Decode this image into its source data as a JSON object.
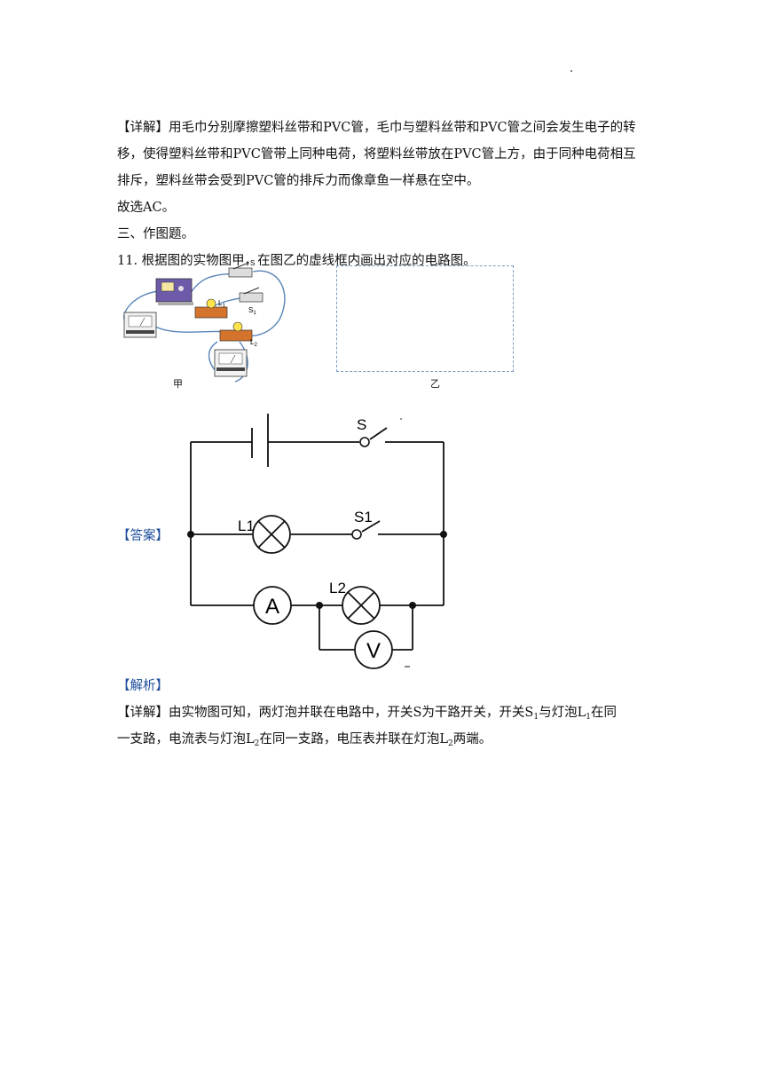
{
  "explanation1": {
    "line1": "【详解】用毛巾分别摩擦塑料丝带和PVC管，毛巾与塑料丝带和PVC管之间会发生电子的转",
    "line2": "移，使得塑料丝带和PVC管带上同种电荷，将塑料丝带放在PVC管上方，由于同种电荷相互",
    "line3": "排斥，塑料丝带会受到PVC管的排斥力而像章鱼一样悬在空中。",
    "line4": "故选AC。"
  },
  "section_title": "三、作图题。",
  "question": {
    "number": "11.",
    "text": "根据图的实物图甲，在图乙的虚线框内画出对应的电路图。"
  },
  "figure": {
    "label_jia": "甲",
    "label_yi": "乙",
    "labels": {
      "s": "S",
      "s1": "S",
      "s1_sub": "1",
      "l1": "L",
      "l1_sub": "1",
      "l2": "L",
      "l2_sub": "2"
    }
  },
  "answer": {
    "tag": "【答案】",
    "circuit_labels": {
      "s": "S",
      "s1": "S1",
      "l1": "L1",
      "l2": "L2",
      "ammeter": "A",
      "voltmeter": "V"
    }
  },
  "analysis": {
    "tag": "【解析】",
    "line1_a": "【详解】由实物图可知，两灯泡并联在电路中，开关S为干路开关，开关S",
    "line1_sub1": "1",
    "line1_b": "与灯泡L",
    "line1_sub2": "1",
    "line1_c": "在同",
    "line2_a": "一支路，电流表与灯泡L",
    "line2_sub1": "2",
    "line2_b": "在同一支路，电压表并联在灯泡L",
    "line2_sub2": "2",
    "line2_c": "两端。"
  }
}
